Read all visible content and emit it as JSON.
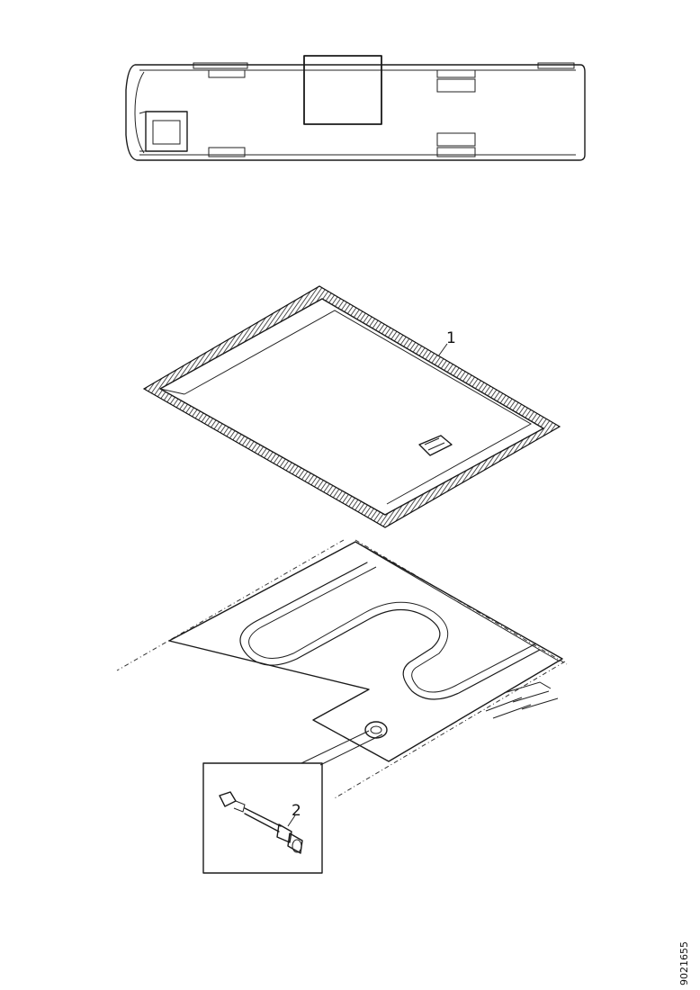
{
  "callouts": {
    "part_1": "1",
    "part_2": "2"
  },
  "document_number": "9021655"
}
